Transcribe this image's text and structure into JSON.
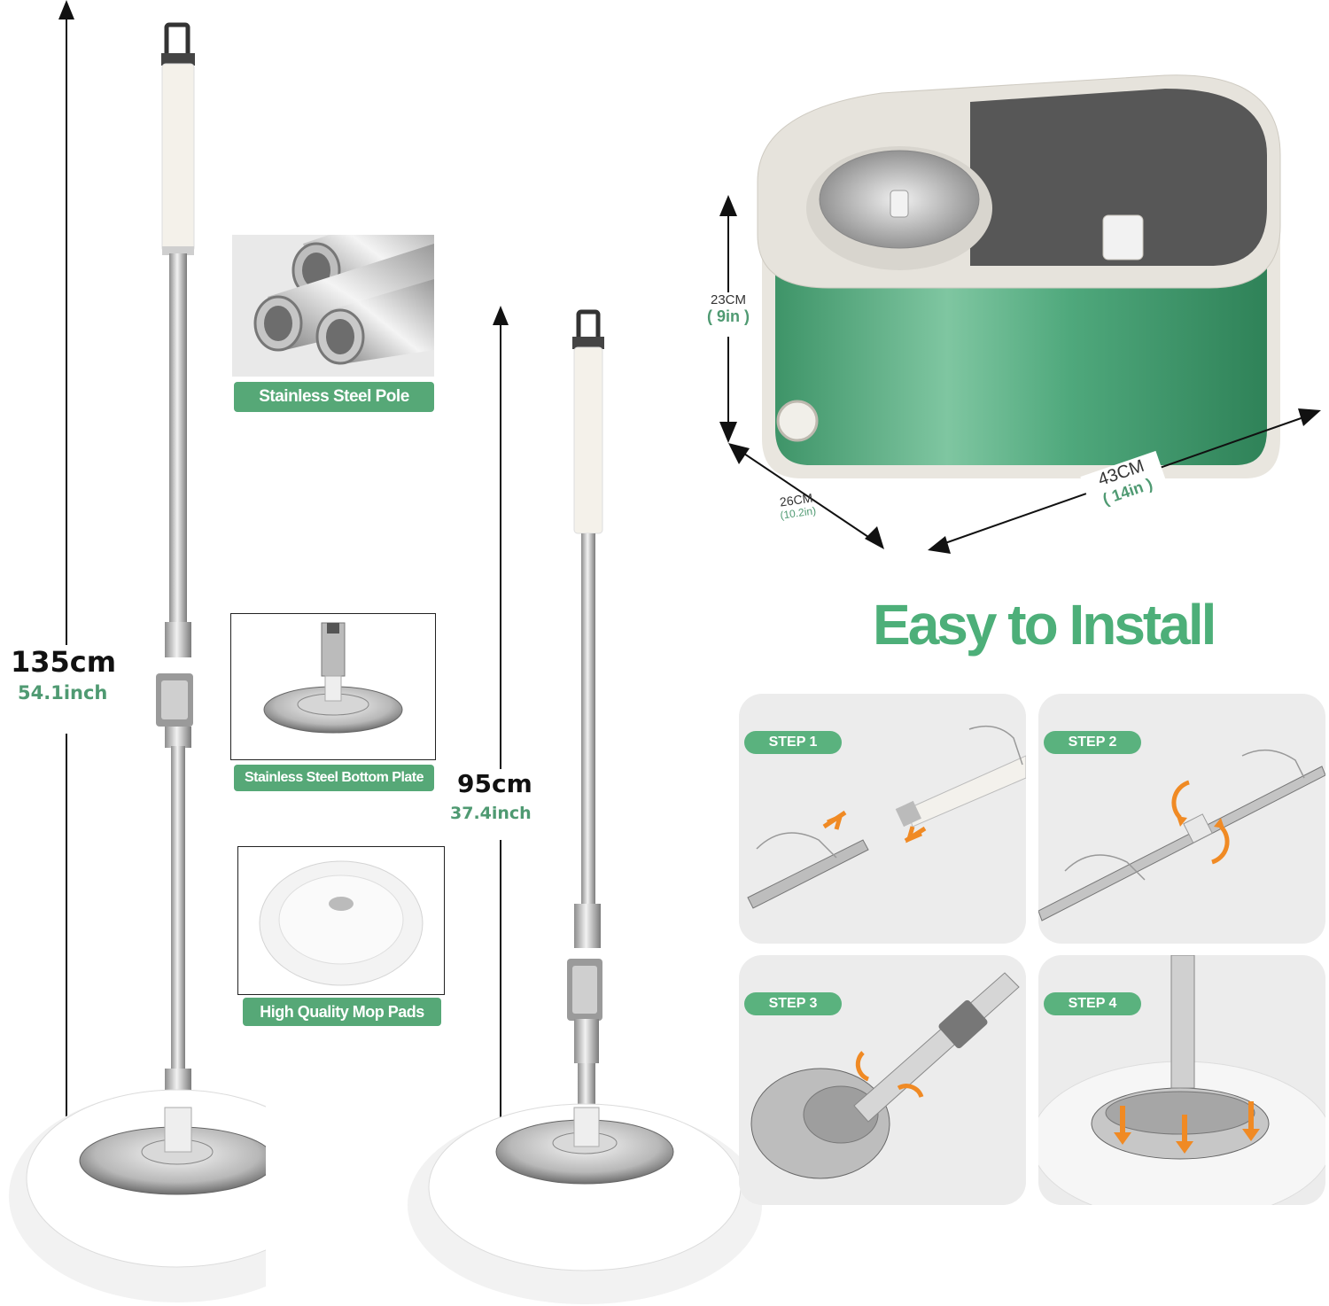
{
  "heights": {
    "long": {
      "cm": "135cm",
      "inch": "54.1inch"
    },
    "short": {
      "cm": "95cm",
      "inch": "37.4inch"
    }
  },
  "features": {
    "pole": "Stainless Steel Pole",
    "plate": "Stainless Steel Bottom Plate",
    "pads": "High Quality Mop Pads"
  },
  "bucket": {
    "height": {
      "cm": "23CM",
      "inch": "( 9in )"
    },
    "depth": {
      "cm": "26CM",
      "inch": "(10.2in)"
    },
    "width": {
      "cm": "43CM",
      "inch": "( 14in )"
    }
  },
  "install": {
    "headline": "Easy to Install",
    "steps": [
      "STEP 1",
      "STEP 2",
      "STEP 3",
      "STEP 4"
    ]
  },
  "colors": {
    "accent_green": "#56a877",
    "bucket_green": "#3e9468",
    "arrow_orange": "#f08a24"
  }
}
